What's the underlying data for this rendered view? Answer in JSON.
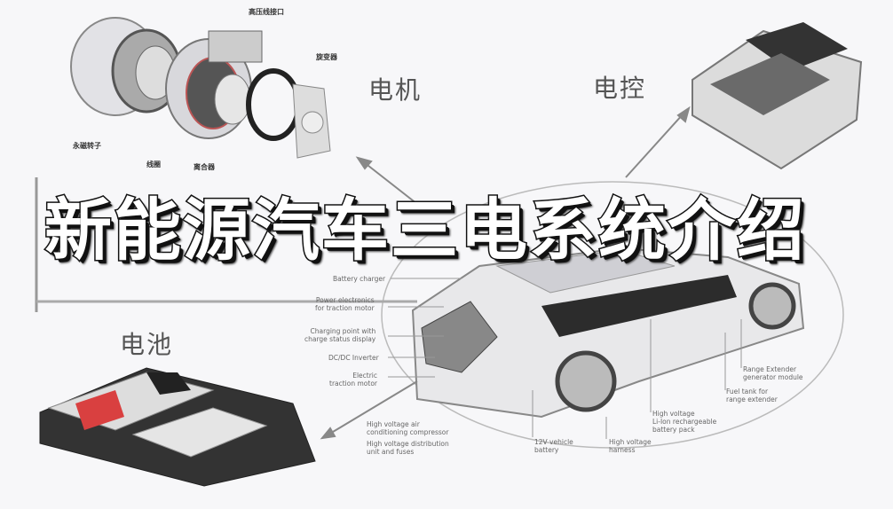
{
  "title": "新能源汽车三电系统介绍",
  "sections": {
    "motor": "电机",
    "controller": "电控",
    "battery": "电池"
  },
  "motor_parts": [
    "高压线接口",
    "旋变器",
    "永磁转子",
    "线圈",
    "离合器"
  ],
  "car_labels": {
    "battery_charger": "Battery charger",
    "power_electronics": "Power electronics\nfor traction motor",
    "charging_point": "Charging point with\ncharge status display",
    "dcdc": "DC/DC Inverter",
    "traction_motor": "Electric\ntraction motor",
    "ac_compressor": "High voltage air\nconditioning compressor",
    "distribution": "High voltage distribution\nunit and fuses",
    "battery_12v": "12V vehicle\nbattery",
    "harness": "High voltage\nharness",
    "hv_battery": "High voltage\nLi-Ion rechargeable\nbattery pack",
    "fuel_tank": "Fuel tank for\nrange extender",
    "range_extender": "Range Extender\ngenerator module"
  }
}
